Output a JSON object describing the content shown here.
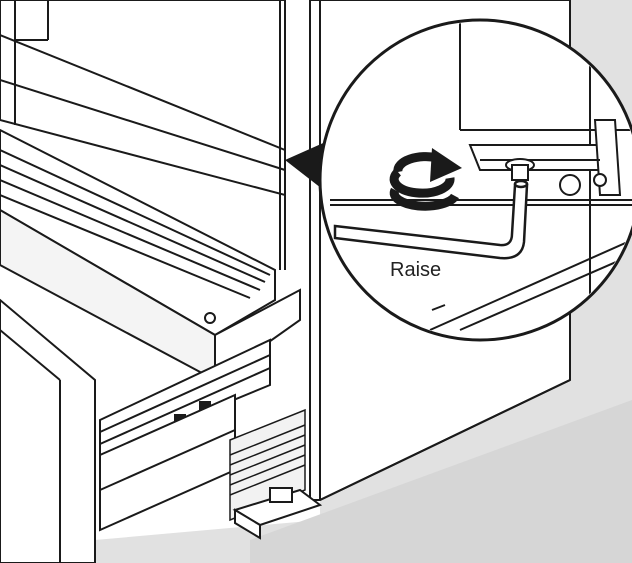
{
  "diagram": {
    "callout_label": "Raise",
    "icons": [
      "rotate-clockwise-arrow",
      "hex-key-wrench",
      "leveling-leg"
    ],
    "colors": {
      "line": "#1a1a1a",
      "background": "#ffffff",
      "shadow": "#e2e2e2",
      "floor": "#dedede"
    }
  }
}
